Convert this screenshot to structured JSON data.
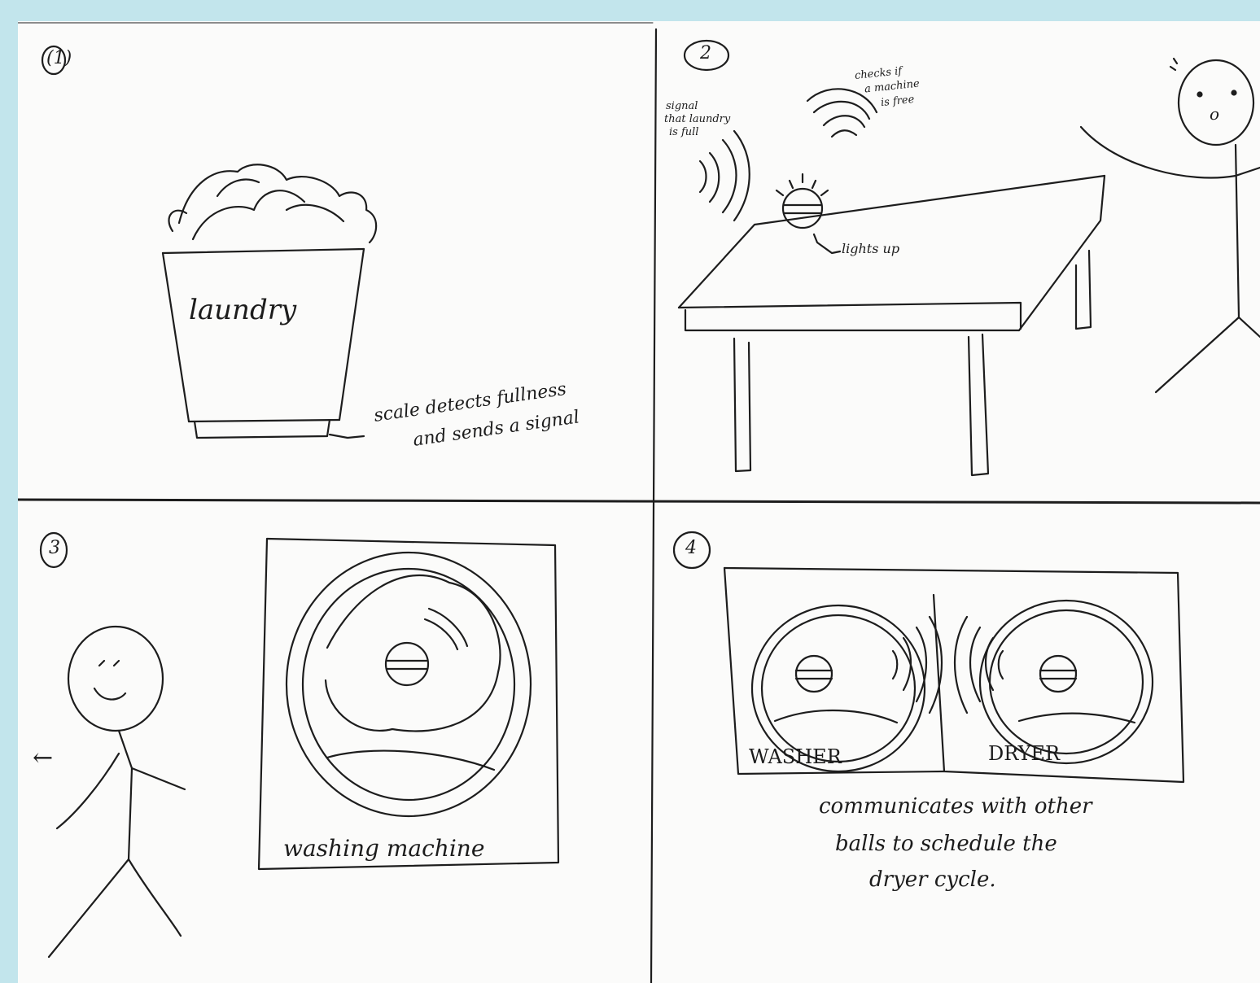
{
  "panel1": {
    "number": "(1)",
    "hamper_label": "laundry",
    "caption_line1": "scale detects fullness",
    "caption_line2": "and sends a signal"
  },
  "panel2": {
    "number": "2",
    "left_note_line1": "signal",
    "left_note_line2": "that laundry",
    "left_note_line3": "is full",
    "right_note_line1": "checks if",
    "right_note_line2": "a machine",
    "right_note_line3": "is free",
    "ball_note": "lights up",
    "person_mouth": "o"
  },
  "panel3": {
    "number": "3",
    "arrow": "←",
    "machine_label": "washing machine"
  },
  "panel4": {
    "number": "4",
    "washer_label": "WASHER",
    "dryer_label": "DRYER",
    "caption_line1": "communicates with other",
    "caption_line2": "balls to schedule the",
    "caption_line3": "dryer cycle."
  }
}
